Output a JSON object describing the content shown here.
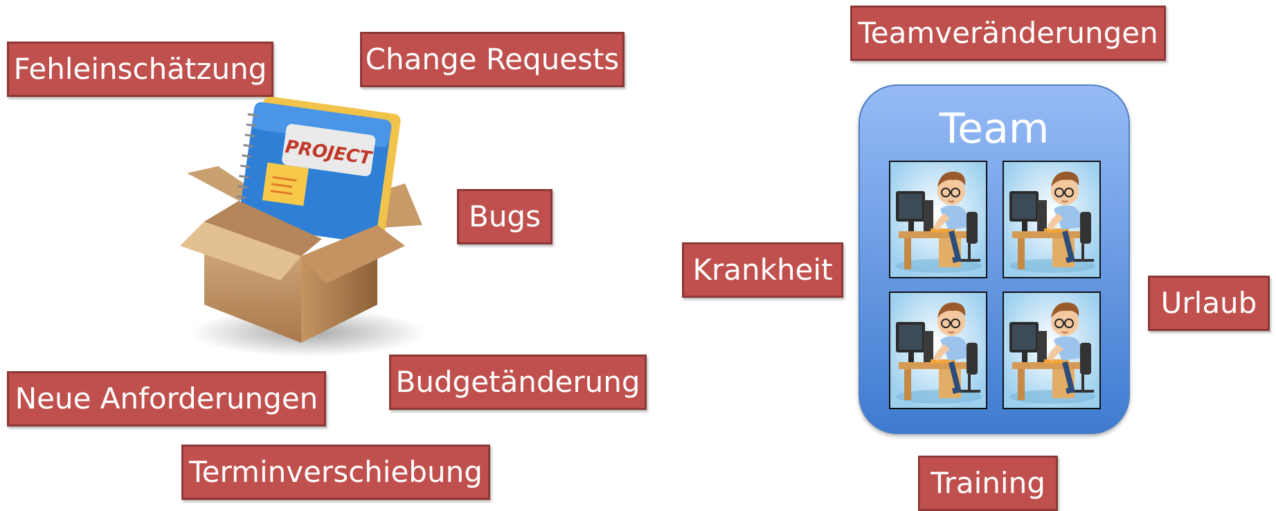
{
  "left_labels": {
    "fehleinschaetzung": "Fehleinschätzung",
    "change_requests": "Change Requests",
    "bugs": "Bugs",
    "budgetaenderung": "Budgetänderung",
    "neue_anforderungen": "Neue Anforderungen",
    "terminverschiebung": "Terminverschiebung"
  },
  "project_box": {
    "folder_label": "PROJECT"
  },
  "team": {
    "title": "Team",
    "members": [
      "developer",
      "developer",
      "developer",
      "developer"
    ]
  },
  "right_labels": {
    "teamveraenderungen": "Teamveränderungen",
    "krankheit": "Krankheit",
    "urlaub": "Urlaub",
    "training": "Training"
  },
  "colors": {
    "label_fill": "#c0504d",
    "label_border": "#8c3836",
    "team_panel_top": "#96bbf6",
    "team_panel_bottom": "#3f7bd0"
  },
  "icons": [
    "project-box-icon",
    "developer-at-desk-icon"
  ]
}
